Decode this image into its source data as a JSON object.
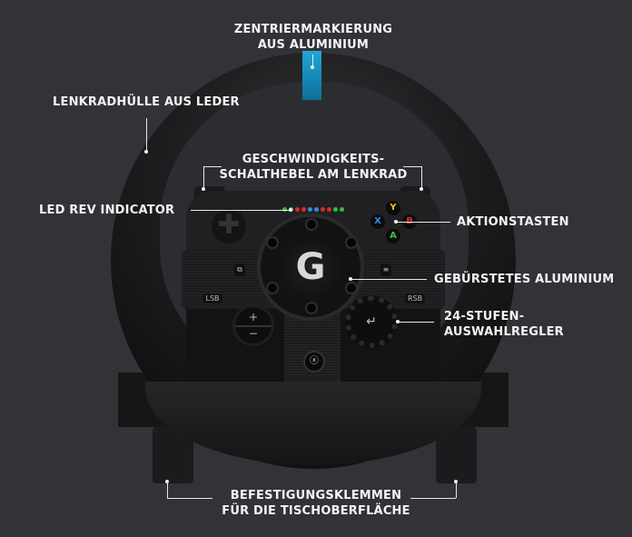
{
  "labels": {
    "centering_mark": {
      "line1": "ZENTRIERMARKIERUNG",
      "line2": "AUS ALUMINIUM"
    },
    "leather_cover": "LENKRADHÜLLE AUS LEDER",
    "shift_paddles": {
      "line1": "GESCHWINDIGKEITS-",
      "line2": "SCHALTHEBEL AM LENKRAD"
    },
    "led_rev": "LED REV INDICATOR",
    "action_buttons": "AKTIONSTASTEN",
    "brushed_aluminium": "GEBÜRSTETES ALUMINIUM",
    "selector_dial": {
      "line1": "24-STUFEN-",
      "line2": "AUSWAHLREGLER"
    },
    "clamps": {
      "line1": "BEFESTIGUNGSKLEMMEN",
      "line2": "FÜR DIE TISCHOBERFLÄCHE"
    }
  },
  "wheel": {
    "logo": "G",
    "buttons": {
      "y": "Y",
      "x": "X",
      "b": "B",
      "a": "A",
      "lsb": "LSB",
      "rsb": "RSB",
      "plus": "+",
      "minus": "−",
      "enter": "↵",
      "view": "⧉",
      "menu": "≡",
      "dpad": "✚",
      "xbox": "ⓧ"
    },
    "led_colors": [
      "#2fbf3f",
      "#2fbf3f",
      "#d62a2a",
      "#d62a2a",
      "#2b8fe0",
      "#2b8fe0",
      "#d62a2a",
      "#d62a2a",
      "#2fbf3f",
      "#2fbf3f"
    ],
    "button_colors": {
      "y": "#e8c51a",
      "x": "#2a8fe2",
      "b": "#d43030",
      "a": "#3cbf3c"
    },
    "accent_stripe": "#1a9bd0"
  },
  "colors": {
    "background": "#323337",
    "text": "#f4f4f4"
  }
}
